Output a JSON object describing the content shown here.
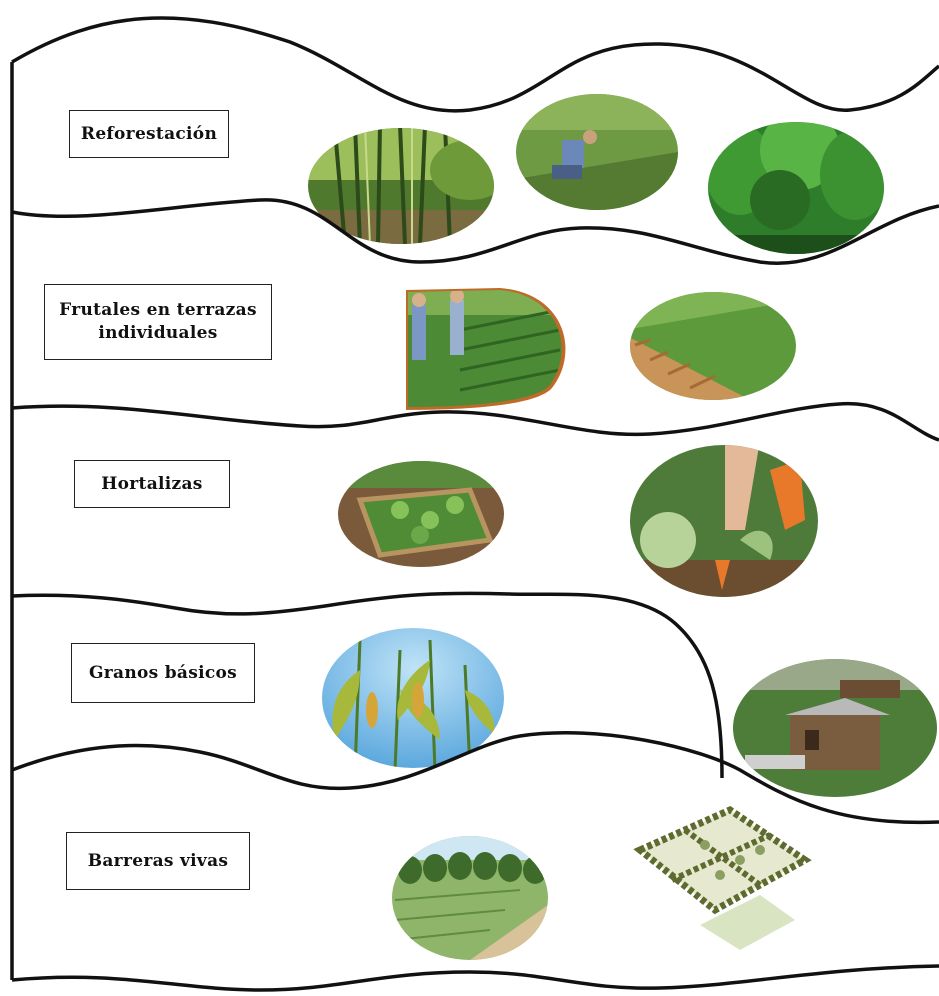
{
  "rows": [
    {
      "id": "reforestacion",
      "lines": [
        "Reforestación"
      ]
    },
    {
      "id": "frutales",
      "lines": [
        "Frutales en terrazas",
        "individuales"
      ]
    },
    {
      "id": "hortalizas",
      "lines": [
        "Hortalizas"
      ]
    },
    {
      "id": "granos",
      "lines": [
        "Granos básicos"
      ]
    },
    {
      "id": "barreras",
      "lines": [
        "Barreras vivas"
      ]
    }
  ],
  "photos": [
    {
      "row": "reforestacion",
      "subject": "bamboo-grove"
    },
    {
      "row": "reforestacion",
      "subject": "person-planting-on-slope"
    },
    {
      "row": "reforestacion",
      "subject": "dense-forest"
    },
    {
      "row": "frutales",
      "subject": "farmers-in-terraced-field"
    },
    {
      "row": "frutales",
      "subject": "terraced-hillside"
    },
    {
      "row": "hortalizas",
      "subject": "raised-vegetable-bed"
    },
    {
      "row": "hortalizas",
      "subject": "harvesting-carrots"
    },
    {
      "row": "granos",
      "subject": "maize-plants"
    },
    {
      "row": "granos",
      "subject": "farm-house"
    },
    {
      "row": "barreras",
      "subject": "tree-lined-field"
    },
    {
      "row": "barreras",
      "subject": "hedgerow-plots"
    }
  ],
  "colors": {
    "line": "#111111",
    "box_border": "#222222",
    "background": "#ffffff"
  }
}
